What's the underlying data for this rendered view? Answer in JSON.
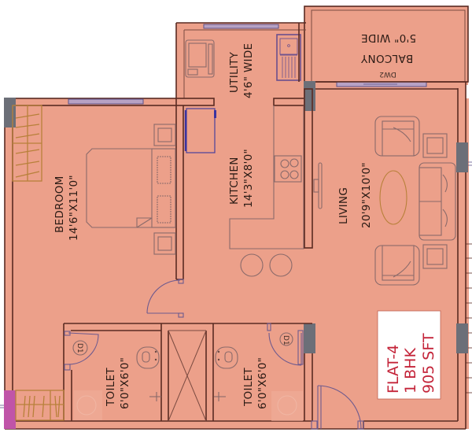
{
  "floor_plan": {
    "colors": {
      "floor": "#eca08a",
      "wall": "#5a2a22",
      "column": "#6c6f78",
      "window": "#b7a2c4",
      "label_red": "#c4253a",
      "accent_column": "#c054a8"
    },
    "rooms": {
      "bedroom": {
        "name": "BEDROOM",
        "size": "14'6\"X11'0\""
      },
      "utility": {
        "name": "UTILITY",
        "size": "4'6\" WIDE"
      },
      "kitchen": {
        "name": "KITCHEN",
        "size": "14'3\"X8'0\""
      },
      "living": {
        "name": "LIVING",
        "size": "20'9\"X10'0\""
      },
      "balcony": {
        "name": "BALCONY",
        "size": "5'0\" WIDE"
      },
      "toilet_left": {
        "name": "TOILET",
        "size": "6'0\"X6'0\""
      },
      "toilet_right": {
        "name": "TOILET",
        "size": "6'0\"X6'0\""
      }
    },
    "door_tags": {
      "balcony_door": "DW2",
      "toilet_left_door": "D1",
      "toilet_right_door": "D1"
    },
    "flat_info": {
      "flat": "FLAT-4",
      "type": "1 BHK",
      "area": "905 SFT"
    }
  }
}
